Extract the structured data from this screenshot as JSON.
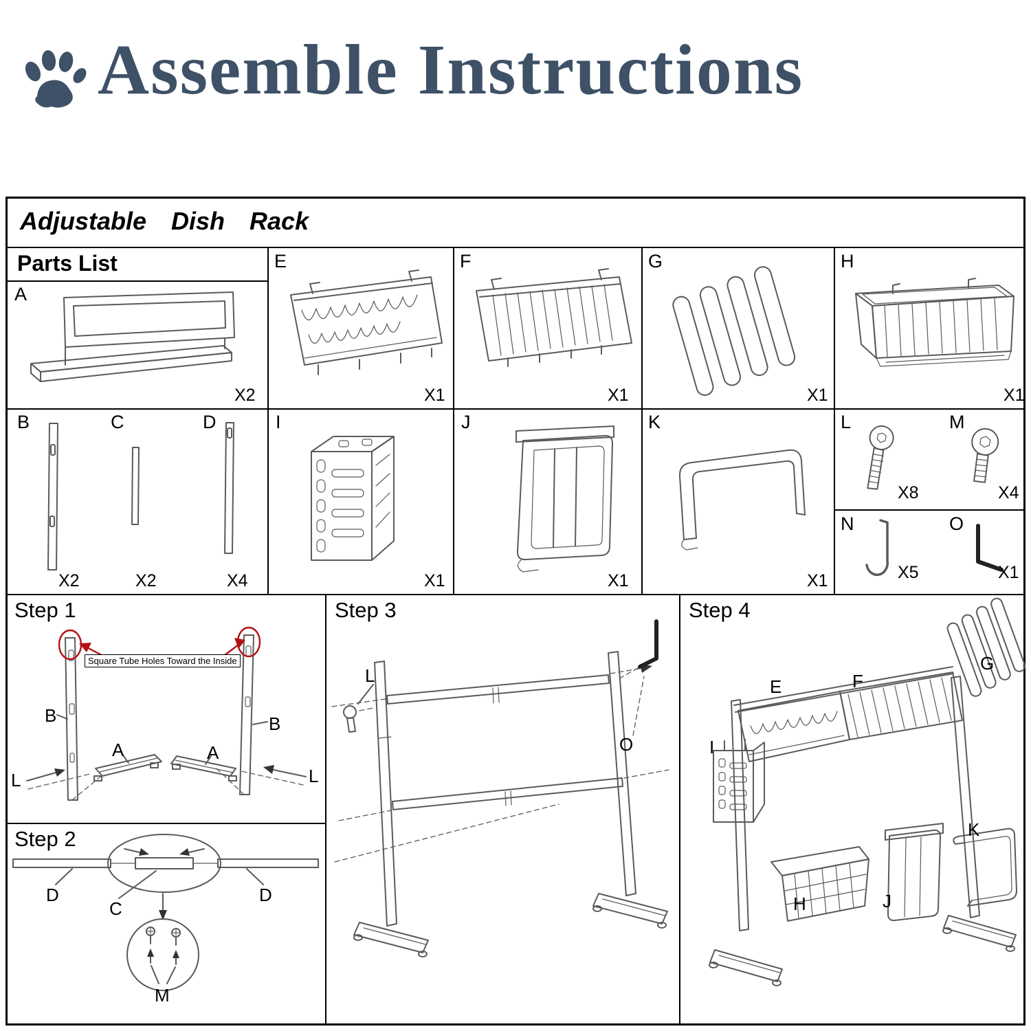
{
  "title": {
    "text": "Assemble Instructions"
  },
  "colors": {
    "title_blue": "#3e5166",
    "annotation_red": "#b11212"
  },
  "sheet": {
    "product_title": "Adjustable Dish Rack",
    "parts_list_label": "Parts List"
  },
  "parts": {
    "a": {
      "label": "A",
      "qty": "X2"
    },
    "b": {
      "label": "B",
      "qty": "X2"
    },
    "c": {
      "label": "C",
      "qty": "X2"
    },
    "d": {
      "label": "D",
      "qty": "X4"
    },
    "e": {
      "label": "E",
      "qty": "X1"
    },
    "f": {
      "label": "F",
      "qty": "X1"
    },
    "g": {
      "label": "G",
      "qty": "X1"
    },
    "h": {
      "label": "H",
      "qty": "X1"
    },
    "i": {
      "label": "I",
      "qty": "X1"
    },
    "j": {
      "label": "J",
      "qty": "X1"
    },
    "k": {
      "label": "K",
      "qty": "X1"
    },
    "l": {
      "label": "L",
      "qty": "X8"
    },
    "m": {
      "label": "M",
      "qty": "X4"
    },
    "n": {
      "label": "N",
      "qty": "X5"
    },
    "o": {
      "label": "O",
      "qty": "X1"
    }
  },
  "steps": {
    "step1": {
      "label": "Step 1",
      "note": "Square Tube Holes Toward the Inside",
      "callouts": {
        "b_left": "B",
        "b_right": "B",
        "a_left": "A",
        "a_right": "A",
        "l_left": "L",
        "l_right": "L"
      }
    },
    "step2": {
      "label": "Step 2",
      "callouts": {
        "d_left": "D",
        "c": "C",
        "d_right": "D",
        "m": "M"
      }
    },
    "step3": {
      "label": "Step 3",
      "callouts": {
        "l": "L",
        "o": "O"
      }
    },
    "step4": {
      "label": "Step 4",
      "callouts": {
        "e": "E",
        "f": "F",
        "g": "G",
        "i": "I",
        "h": "H",
        "j": "J",
        "k": "K"
      }
    }
  }
}
